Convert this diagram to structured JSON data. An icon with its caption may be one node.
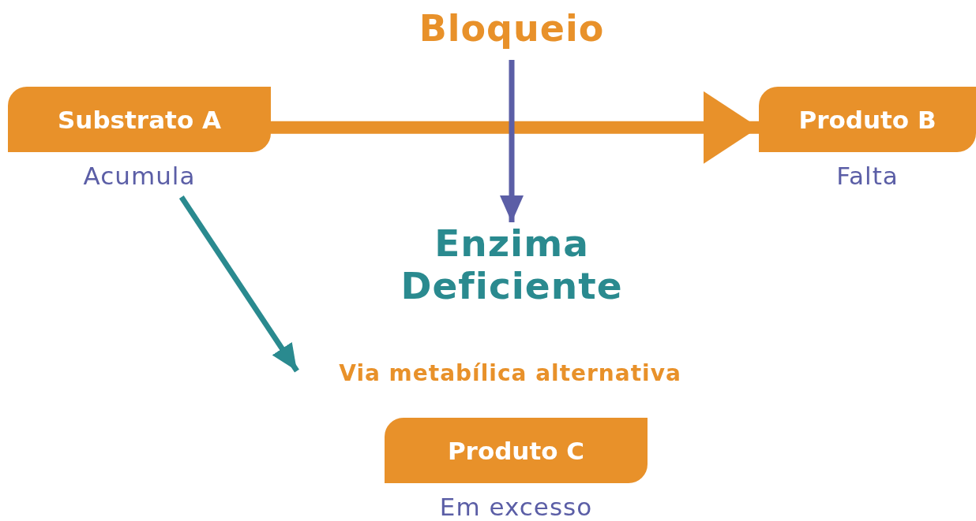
{
  "diagram": {
    "nodes": [
      {
        "text": [
          "Substrato A"
        ],
        "beside": [
          "Acumula"
        ]
      },
      {
        "text": [
          "Produto B"
        ],
        "beside": [
          "Falta"
        ]
      },
      {
        "text": [
          "Bloqueio"
        ]
      },
      {
        "text": [
          "Enzima Deficiente"
        ]
      },
      {
        "text": [
          "Via metabílica alternativa"
        ]
      },
      {
        "text": [
          "Produto C"
        ],
        "beside": [
          "Em excesso"
        ]
      }
    ],
    "edges": [
      {
        "from": 0,
        "to": 1,
        "arrow": "to",
        "style": "thick"
      },
      {
        "from": 2,
        "to": 3,
        "arrow": "to",
        "color": "#5b5ea6"
      },
      {
        "from": 0,
        "to": 4,
        "arrow": "to",
        "color": "#2a8a8f"
      }
    ]
  }
}
